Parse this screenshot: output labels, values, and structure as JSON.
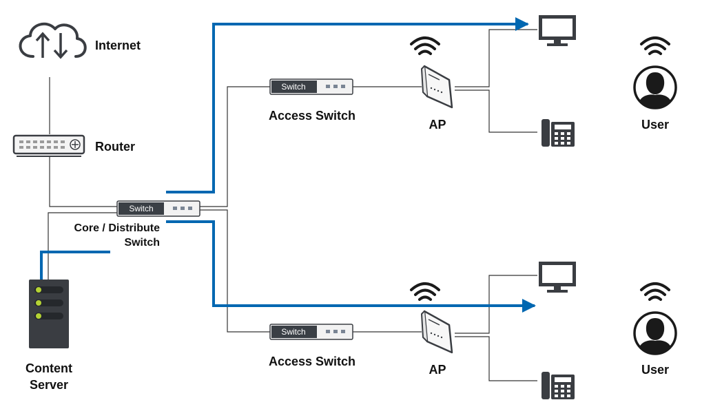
{
  "labels": {
    "internet": "Internet",
    "router": "Router",
    "core_switch_line1": "Core / Distribute",
    "core_switch_line2": "Switch",
    "content_server_line1": "Content",
    "content_server_line2": "Server",
    "access_switch_top": "Access Switch",
    "access_switch_bottom": "Access Switch",
    "ap_top": "AP",
    "ap_bottom": "AP",
    "user_top": "User",
    "user_bottom": "User"
  },
  "switch_badges": {
    "core": "Switch",
    "access_top": "Switch",
    "access_bottom": "Switch"
  },
  "icons": {
    "internet": "cloud-upload-download-icon",
    "router": "router-icon",
    "server": "server-rack-icon",
    "monitor": "monitor-icon",
    "phone": "desk-phone-icon",
    "wifi": "wifi-signal-icon",
    "user": "user-avatar-icon",
    "access_point": "access-point-icon"
  },
  "colors": {
    "flow_arrow": "#0067b1",
    "device_dark": "#3a3d42",
    "server_led": "#b5d334",
    "switch_badge": "#3a3f45"
  }
}
